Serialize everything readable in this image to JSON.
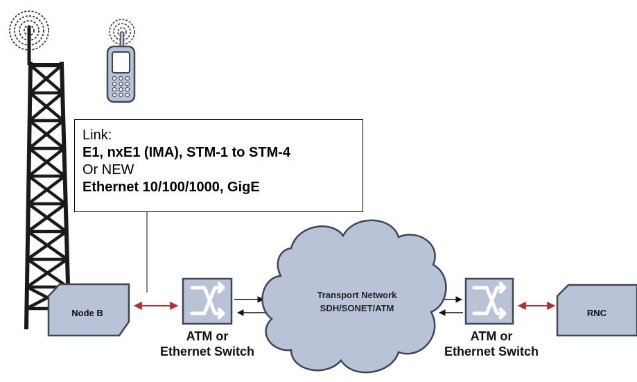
{
  "link_box": {
    "title": "Link:",
    "line1": "E1, nxE1 (IMA), STM-1 to STM-4",
    "line2": "Or NEW",
    "line3": "Ethernet 10/100/1000, GigE"
  },
  "node_b": {
    "label": "Node B"
  },
  "rnc": {
    "label": "RNC"
  },
  "transport_network": {
    "line1": "Transport Network",
    "line2": "SDH/SONET/ATM"
  },
  "switch_left": {
    "line1": "ATM or",
    "line2": "Ethernet Switch"
  },
  "switch_right": {
    "line1": "ATM or",
    "line2": "Ethernet Switch"
  },
  "icons": [
    "cell-tower-icon",
    "mobile-phone-icon",
    "atm-switch-icon",
    "transport-cloud-icon"
  ],
  "colors": {
    "shape_fill": "#b8c3d8",
    "shape_stroke": "#3c4655",
    "link_arrow": "#c0282e",
    "tower": "#1a1a1a"
  }
}
